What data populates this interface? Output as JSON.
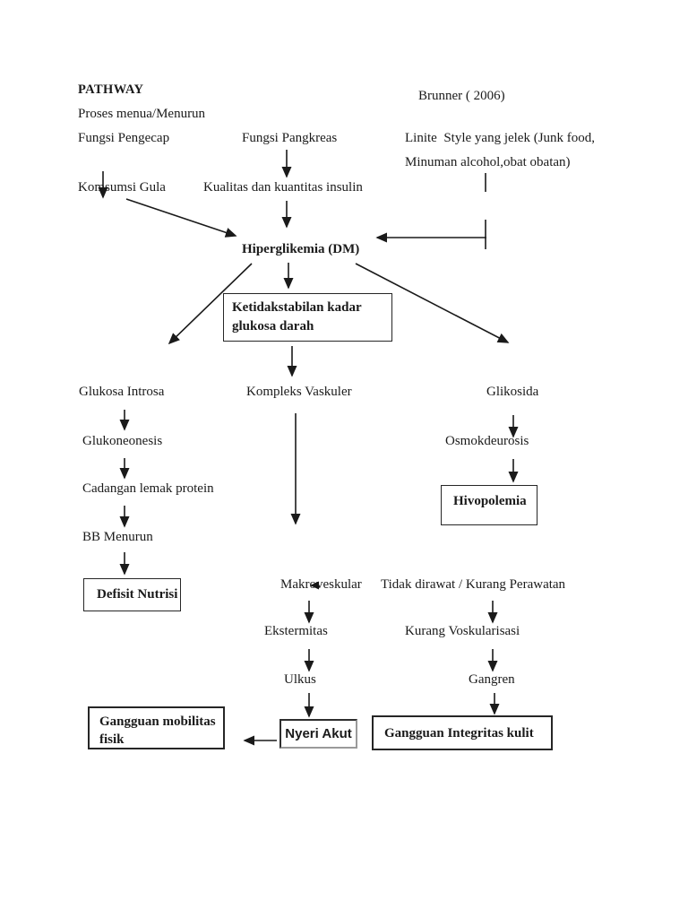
{
  "header": {
    "title": "PATHWAY",
    "reference": "Brunner ( 2006)"
  },
  "colors": {
    "ink": "#1a1a1a",
    "page_background": "#ffffff"
  },
  "nodes": {
    "proses_menua": "Proses menua/Menurun",
    "fungsi_pengecap": "Fungsi Pengecap",
    "fungsi_pangkreas": "Fungsi Pangkreas",
    "life_style_line1": "Linite  Style yang jelek (Junk food,",
    "life_style_line2": "Minuman alcohol,obat obatan)",
    "komsumsi_gula": "Komsumsi Gula",
    "kualitas_insulin": "Kualitas dan kuantitas insulin",
    "hiperglikemia": "Hiperglikemia (DM)",
    "ketidakstabilan": "Ketidakstabilan kadar glukosa darah",
    "glukosa_introsa": "Glukosa Introsa",
    "kompleks_vaskuler": "Kompleks Vaskuler",
    "glikosida": "Glikosida",
    "glukoneonesis": "Glukoneonesis",
    "osmokdeurosis": "Osmokdeurosis",
    "cadangan_lemak": "Cadangan lemak protein",
    "hivopolemia": "Hivopolemia",
    "bb_menurun": "BB Menurun",
    "defisit_nutrisi": "Defisit Nutrisi",
    "makroveskular": "Makroveskular",
    "tidak_dirawat": "Tidak dirawat / Kurang Perawatan",
    "ekstermitas": "Ekstermitas",
    "kurang_voskularisasi": "Kurang Voskularisasi",
    "ulkus": "Ulkus",
    "gangren": "Gangren",
    "gangguan_mobilitas": "Gangguan mobilitas fisik",
    "nyeri_akut": "Nyeri Akut",
    "gangguan_integritas": "Gangguan Integritas kulit"
  }
}
